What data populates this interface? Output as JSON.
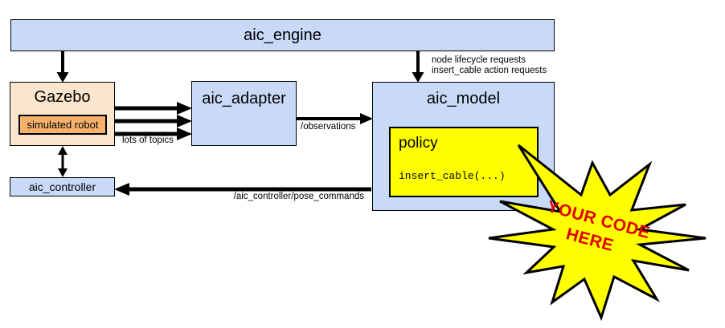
{
  "diagram": {
    "nodes": {
      "aic_engine": {
        "label": "aic_engine"
      },
      "gazebo": {
        "label": "Gazebo"
      },
      "simulated_robot": {
        "label": "simulated robot"
      },
      "aic_adapter": {
        "label": "aic_adapter"
      },
      "aic_model": {
        "label": "aic_model"
      },
      "policy": {
        "label": "policy",
        "code": "insert_cable(...)"
      },
      "aic_controller": {
        "label": "aic_controller"
      }
    },
    "edge_labels": {
      "engine_to_model_line1": "node lifecycle requests",
      "engine_to_model_line2": "insert_cable action requests",
      "gazebo_to_adapter": "lots of topics",
      "adapter_to_model": "/observations",
      "model_to_controller": "/aic_controller/pose_commands"
    },
    "callout": {
      "line1": "YOUR CODE",
      "line2": "HERE"
    },
    "colors": {
      "node_blue": "#c9daf8",
      "node_peach": "#fce5cd",
      "node_orange": "#f6b26b",
      "highlight_yellow": "#ffff00",
      "callout_text_red": "#e00000",
      "line_black": "#000000",
      "background": "#ffffff"
    }
  }
}
